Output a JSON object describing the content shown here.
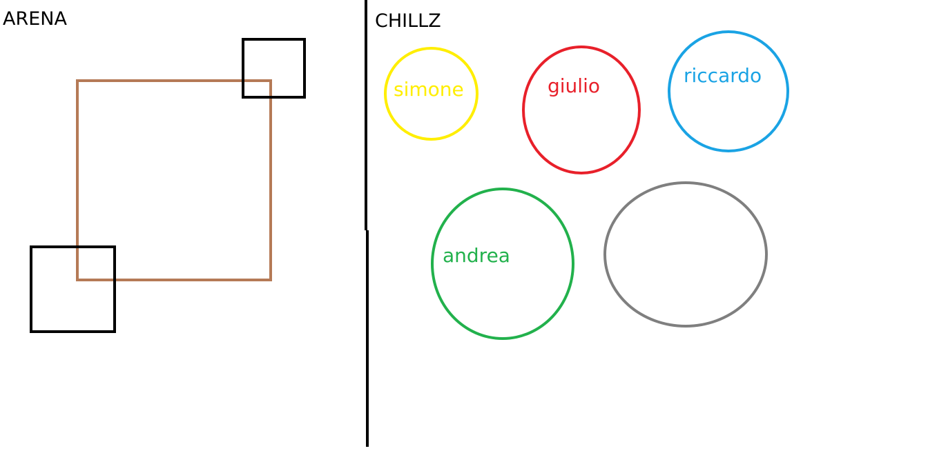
{
  "arena": {
    "title": "ARENA"
  },
  "chillz": {
    "title": "CHILLZ",
    "people": [
      {
        "name": "simone",
        "color": "#ffee00"
      },
      {
        "name": "giulio",
        "color": "#e8202a"
      },
      {
        "name": "riccardo",
        "color": "#1aa3e4"
      },
      {
        "name": "andrea",
        "color": "#22b14c"
      },
      {
        "name": "",
        "color": "#7f7f7f"
      }
    ]
  },
  "colors": {
    "arena_rect": "#b57a56",
    "arena_squares": "#000000",
    "divider": "#000000"
  }
}
